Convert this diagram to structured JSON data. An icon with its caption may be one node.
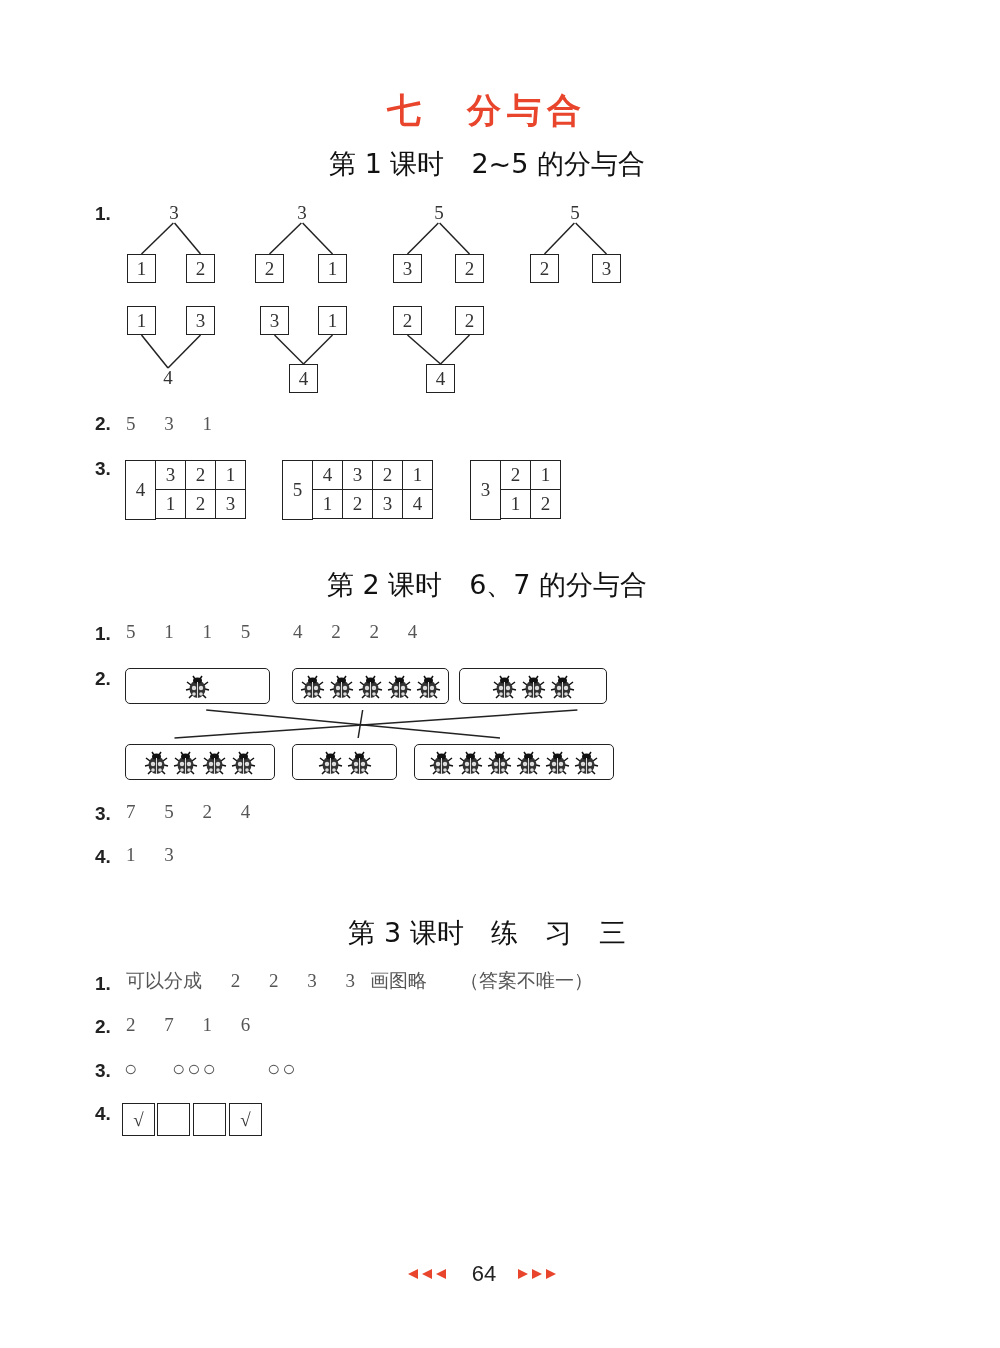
{
  "diagram": {
    "title": "七　分与合",
    "nodes": [
      {
        "text": [
          "3"
        ]
      },
      {
        "text": [
          "1"
        ]
      },
      {
        "text": [
          "2"
        ]
      },
      {
        "text": [
          "3"
        ]
      },
      {
        "text": [
          "2"
        ]
      },
      {
        "text": [
          "1"
        ]
      },
      {
        "text": [
          "5"
        ]
      },
      {
        "text": [
          "3"
        ]
      },
      {
        "text": [
          "2"
        ]
      },
      {
        "text": [
          "5"
        ]
      },
      {
        "text": [
          "2"
        ]
      },
      {
        "text": [
          "3"
        ]
      },
      {
        "text": [
          "1"
        ]
      },
      {
        "text": [
          "3"
        ]
      },
      {
        "text": [
          "4"
        ]
      },
      {
        "text": [
          "3"
        ]
      },
      {
        "text": [
          "1"
        ]
      },
      {
        "text": [
          "4"
        ]
      },
      {
        "text": [
          "2"
        ]
      },
      {
        "text": [
          "2"
        ]
      },
      {
        "text": [
          "4"
        ]
      },
      {
        "text": [],
        "shape": "box"
      },
      {
        "text": [],
        "shape": "box"
      },
      {
        "text": [],
        "shape": "box"
      },
      {
        "text": [],
        "shape": "box"
      },
      {
        "text": [],
        "shape": "box"
      },
      {
        "text": [],
        "shape": "box"
      },
      {
        "text": [
          "√"
        ]
      },
      {
        "text": [],
        "shape": "box"
      },
      {
        "text": [],
        "shape": "box"
      },
      {
        "text": [
          "√"
        ]
      }
    ],
    "edges": [
      {
        "from": 0,
        "to": 1,
        "arrow": "none"
      },
      {
        "from": 0,
        "to": 2,
        "arrow": "none"
      },
      {
        "from": 3,
        "to": 4,
        "arrow": "none"
      },
      {
        "from": 3,
        "to": 5,
        "arrow": "none"
      },
      {
        "from": 6,
        "to": 7,
        "arrow": "none"
      },
      {
        "from": 6,
        "to": 8,
        "arrow": "none"
      },
      {
        "from": 9,
        "to": 10,
        "arrow": "none"
      },
      {
        "from": 9,
        "to": 11,
        "arrow": "none"
      },
      {
        "from": 12,
        "to": 14,
        "arrow": "none"
      },
      {
        "from": 13,
        "to": 14,
        "arrow": "none"
      },
      {
        "from": 15,
        "to": 17,
        "arrow": "none"
      },
      {
        "from": 16,
        "to": 17,
        "arrow": "none"
      },
      {
        "from": 18,
        "to": 20,
        "arrow": "none"
      },
      {
        "from": 19,
        "to": 20,
        "arrow": "none"
      },
      {
        "from": 21,
        "to": 26,
        "arrow": "none"
      },
      {
        "from": 22,
        "to": 25,
        "arrow": "none"
      },
      {
        "from": 23,
        "to": 24,
        "arrow": "none"
      }
    ],
    "labels": [
      "第 1 课时　2~5 的分与合",
      "1.",
      "2.",
      "5 3 1",
      "3.",
      "4",
      "3",
      "2",
      "1",
      "1",
      "2",
      "3",
      "5",
      "4",
      "3",
      "2",
      "1",
      "1",
      "2",
      "3",
      "4",
      "3",
      "2",
      "1",
      "1",
      "2",
      "第 2 课时　6、7 的分与合",
      "1.",
      "5 1 1 5",
      "4 2 2 4",
      "2.",
      "3.",
      "7 5 2 4",
      "4.",
      "1 3",
      "第 3 课时　练　习　三",
      "1.",
      "可以分成 2 2 3 3",
      "画图略",
      "（答案不唯一）",
      "2.",
      "2 7 1 6",
      "3.",
      "○",
      "○○○",
      "○○",
      "4.",
      "64"
    ]
  }
}
